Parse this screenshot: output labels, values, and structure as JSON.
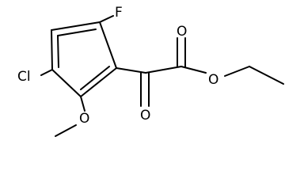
{
  "atoms": {
    "fluorine": "F",
    "chlorine": "Cl",
    "ketone_oxygen": "O",
    "ester_carbonyl_oxygen": "O",
    "ester_oxygen": "O",
    "methoxy_oxygen": "O"
  },
  "colors": {
    "bond": "#000000",
    "label": "#000000",
    "background": "#ffffff"
  }
}
